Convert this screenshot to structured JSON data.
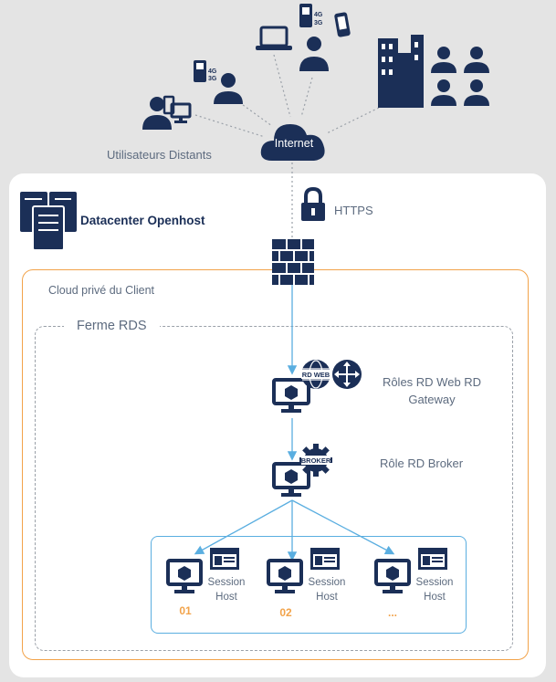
{
  "labels": {
    "remote_users": "Utilisateurs Distants",
    "internet": "Internet",
    "https": "HTTPS",
    "datacenter": "Datacenter Openhost",
    "private_cloud": "Cloud privé du Client",
    "rds_farm": "Ferme RDS",
    "gateway_role": "Rôles RD Web RD Gateway",
    "broker_role": "Rôle RD Broker",
    "rd_web_badge": "RD WEB",
    "broker_badge": "BROKER",
    "network_badges": [
      "4G",
      "3G"
    ]
  },
  "session_hosts": [
    {
      "label": "Session Host",
      "number": "01"
    },
    {
      "label": "Session Host",
      "number": "02"
    },
    {
      "label": "Session Host",
      "number": "..."
    }
  ],
  "colors": {
    "icon_navy": "#1b2f57",
    "accent_orange": "#f2a34a",
    "link_blue": "#5aaee0",
    "text_gray": "#5d6b7f"
  }
}
